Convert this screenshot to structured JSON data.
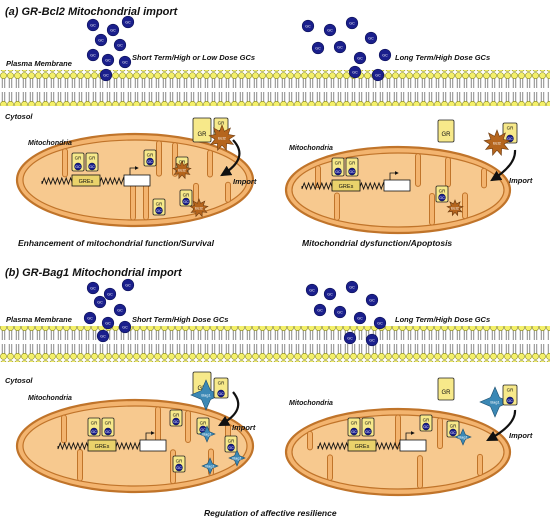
{
  "panel_a": {
    "title": "(a) GR-Bcl2 Mitochondrial import",
    "membrane_label": "Plasma Membrane",
    "left_dose": "Short Term/High or Low Dose GCs",
    "right_dose": "Long Term/High Dose GCs",
    "cytosol": "Cytosol",
    "mito_left": "Mitochondria",
    "mito_right": "Mitochondria",
    "import_left": "Import",
    "import_right": "Import",
    "chaperone": "Bcl2",
    "outcome_left": "Enhancement of mitochondrial function/Survival",
    "outcome_right": "Mitochondrial dysfunction/Apoptosis"
  },
  "panel_b": {
    "title": "(b) GR-Bag1 Mitochondrial import",
    "membrane_label": "Plasma Membrane",
    "left_dose": "Short Term/High Dose GCs",
    "right_dose": "Long Term/High Dose GCs",
    "cytosol": "Cytosol",
    "mito_left": "Mitochondria",
    "mito_right": "Mitochondria",
    "import_left": "Import",
    "import_right": "Import",
    "chaperone": "Bag1",
    "outcome": "Regulation of affective resilience"
  },
  "common": {
    "gc": "GC",
    "gr": "GR",
    "gres": "GREs"
  },
  "colors": {
    "gc_fill": "#1a1f8c",
    "membrane_head": "#f4f06a",
    "mito_fill": "#f7c98f",
    "mito_stroke": "#c0742a",
    "gr_fill": "#f7e98a",
    "bcl2": "#b5651d",
    "bag1": "#3b88b5"
  }
}
